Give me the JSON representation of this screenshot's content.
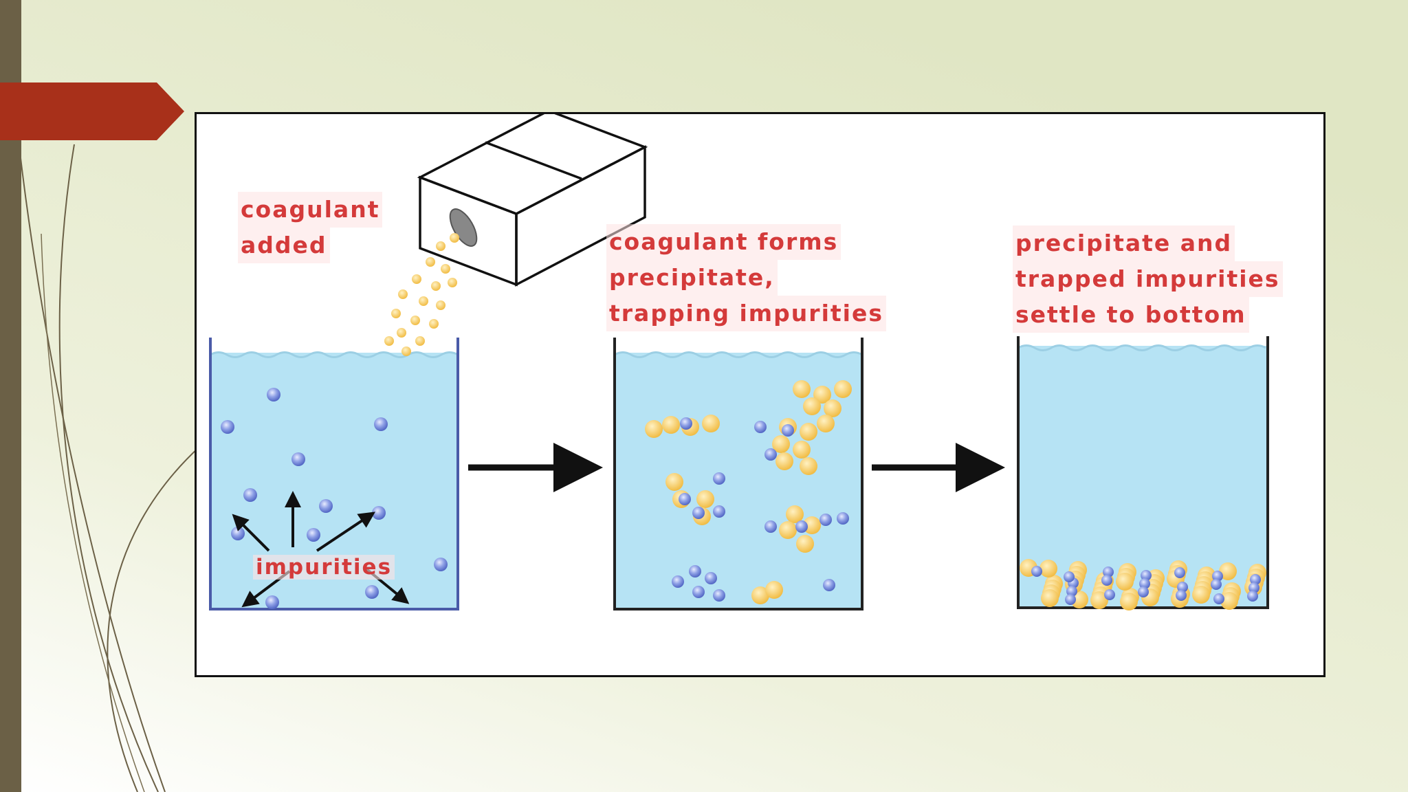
{
  "colors": {
    "slide_background": "#e0e6c4",
    "left_bar": "#6b6046",
    "title_tab": "#a8301a",
    "water": "#b6e3f4",
    "label_text": "#d43a3a",
    "impurity_particle": "#6f84d8",
    "coagulant_particle": "#f2c14a"
  },
  "figure": {
    "stage1": {
      "label_lines": [
        "coagulant",
        "added"
      ],
      "impurities_label": "impurities"
    },
    "stage2": {
      "label_lines": [
        "coagulant forms",
        "precipitate,",
        "trapping impurities"
      ]
    },
    "stage3": {
      "label_lines": [
        "precipitate and",
        "trapped impurities",
        "settle to bottom"
      ]
    }
  }
}
